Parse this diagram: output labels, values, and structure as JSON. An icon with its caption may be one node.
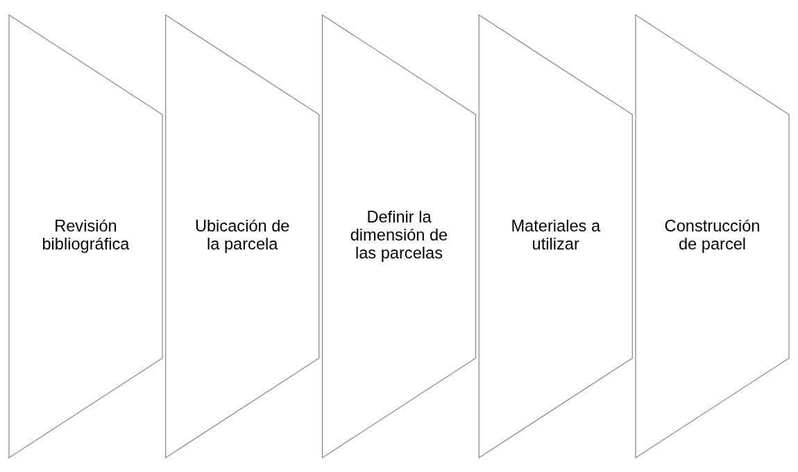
{
  "diagram": {
    "nodes": [
      {
        "text": [
          "Revisión bibliográfica"
        ]
      },
      {
        "text": [
          "Ubicación de la parcela"
        ]
      },
      {
        "text": [
          "Definir la dimensión de las parcelas"
        ]
      },
      {
        "text": [
          "Materiales a utilizar"
        ]
      },
      {
        "text": [
          "Construcción de parcel"
        ]
      }
    ]
  }
}
